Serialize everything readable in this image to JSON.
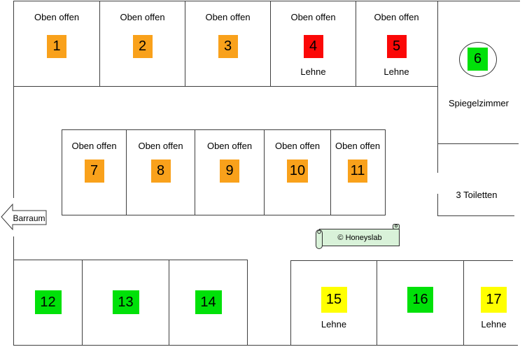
{
  "palette": {
    "orange": "#F9A11B",
    "red": "#FB0807",
    "green": "#00E109",
    "yellow": "#FFFF00",
    "banner_fill": "#D9F2D9",
    "wall": "#3F3F3F"
  },
  "top_row": [
    {
      "label": "Oben offen",
      "number": "1",
      "color": "#F9A11B",
      "sub": ""
    },
    {
      "label": "Oben offen",
      "number": "2",
      "color": "#F9A11B",
      "sub": ""
    },
    {
      "label": "Oben offen",
      "number": "3",
      "color": "#F9A11B",
      "sub": ""
    },
    {
      "label": "Oben offen",
      "number": "4",
      "color": "#FB0807",
      "sub": "Lehne"
    },
    {
      "label": "Oben offen",
      "number": "5",
      "color": "#FB0807",
      "sub": "Lehne"
    }
  ],
  "middle_row": [
    {
      "label": "Oben offen",
      "number": "7",
      "color": "#F9A11B"
    },
    {
      "label": "Oben offen",
      "number": "8",
      "color": "#F9A11B"
    },
    {
      "label": "Oben offen",
      "number": "9",
      "color": "#F9A11B"
    },
    {
      "label": "Oben offen",
      "number": "10",
      "color": "#F9A11B"
    },
    {
      "label": "Oben offen",
      "number": "11",
      "color": "#F9A11B"
    }
  ],
  "bottom_left": [
    {
      "number": "12",
      "color": "#00E109"
    },
    {
      "number": "13",
      "color": "#00E109"
    },
    {
      "number": "14",
      "color": "#00E109"
    }
  ],
  "bottom_right": [
    {
      "number": "15",
      "color": "#FFFF00",
      "sub": "Lehne"
    },
    {
      "number": "16",
      "color": "#00E109",
      "sub": ""
    },
    {
      "number": "17",
      "color": "#FFFF00",
      "sub": "Lehne"
    }
  ],
  "right_side": {
    "booth": {
      "number": "6",
      "color": "#00E109"
    },
    "room_top": "Spiegelzimmer",
    "room_bottom": "3 Toiletten"
  },
  "left_side": {
    "arrow_label": "Barraum"
  },
  "banner": {
    "label": "© Honeyslab"
  }
}
